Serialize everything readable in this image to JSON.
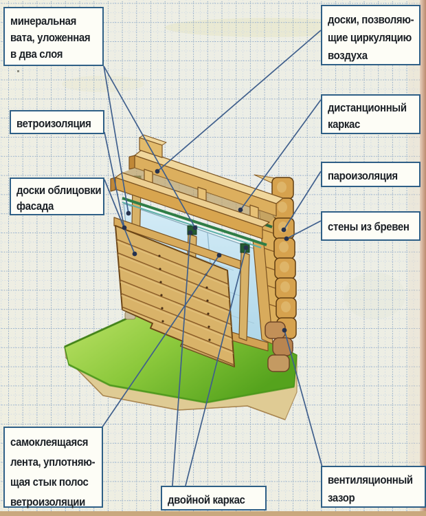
{
  "figure": {
    "type": "diagram",
    "language": "ru",
    "subject": "Схема утепления бревенчатой стены: слои конструкции (минеральная вата, ветроизоляция, пароизоляция, двойной каркас, вентиляционный зазор, облицовка фасада)"
  },
  "labels": {
    "b1": {
      "id": "mineral-wool",
      "lines": [
        "минеральная",
        "вата, уложенная",
        "в два слоя"
      ]
    },
    "b2": {
      "id": "wind-insulation",
      "lines": [
        "ветроизоляция"
      ]
    },
    "b3": {
      "id": "facade-boards",
      "lines": [
        "доски облицовки",
        "фасада"
      ]
    },
    "b4": {
      "id": "adhesive-tape",
      "lines": [
        "самоклеящаяся",
        "лента, уплотняю-",
        "щая стык полос",
        "ветроизоляции"
      ]
    },
    "b5": {
      "id": "circulation-boards",
      "lines": [
        "доски, позволяю-",
        "щие циркуляцию",
        "воздуха"
      ]
    },
    "b6": {
      "id": "distance-frame",
      "lines": [
        "дистанционный",
        "каркас"
      ]
    },
    "b7": {
      "id": "vapor-barrier",
      "lines": [
        "пароизоляция"
      ]
    },
    "b8": {
      "id": "log-walls",
      "lines": [
        "стены из бревен"
      ]
    },
    "b9": {
      "id": "ventilation-gap",
      "lines": [
        "вентиляционный",
        "зазор"
      ]
    },
    "b10": {
      "id": "double-frame",
      "lines": [
        "двойной каркас"
      ]
    }
  },
  "colors": {
    "paper": "#f0efe2",
    "grid": "#a4c2d8",
    "box_fill": "#fdfdf6",
    "box_border": "#2e5f86",
    "label_text": "#1b2026",
    "leader_line": "#3f5f8c",
    "leader_dot": "#26324e",
    "wood_light": "#eed398",
    "wood_mid": "#d9a855",
    "wood_dark": "#6b4516",
    "mineral_wool": "#cfe7f2",
    "membrane_green": "#2f7d46",
    "grass": "#76bc2d",
    "soil": "#dfcb94"
  }
}
